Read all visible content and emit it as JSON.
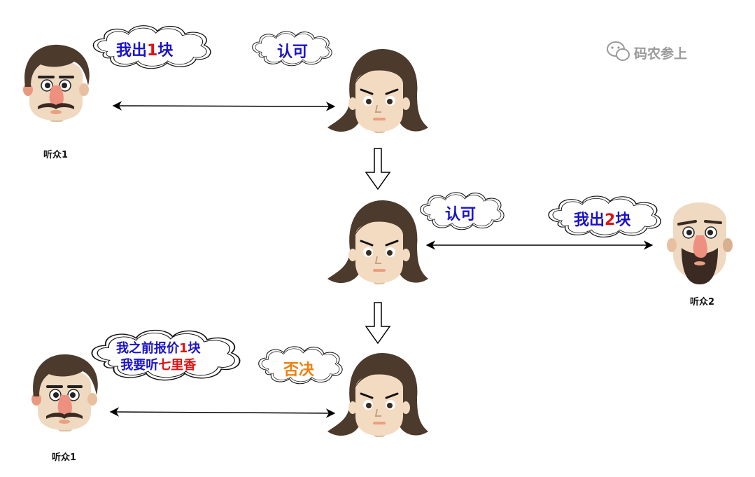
{
  "watermark": {
    "text": "码农参上",
    "icon": "wechat-icon",
    "color": "#9a9a9a"
  },
  "colors": {
    "main_text": "#1a12c8",
    "highlight": "#e21010",
    "veto": "#f08010"
  },
  "row1": {
    "listener_label": "听众1",
    "listener_bubble": {
      "pre": "我出",
      "num": "1",
      "post": "块"
    },
    "woman_bubble": "认可"
  },
  "row2": {
    "woman_bubble": "认可",
    "listener_label": "听众2",
    "listener_bubble": {
      "pre": "我出",
      "num": "2",
      "post": "块"
    }
  },
  "row3": {
    "listener_label": "听众1",
    "listener_bubble": {
      "line1_pre": "我之前报价",
      "line1_num": "1",
      "line1_post": "块",
      "line2_pre": "我要听",
      "line2_hl": "七里香"
    },
    "woman_bubble": "否决"
  }
}
